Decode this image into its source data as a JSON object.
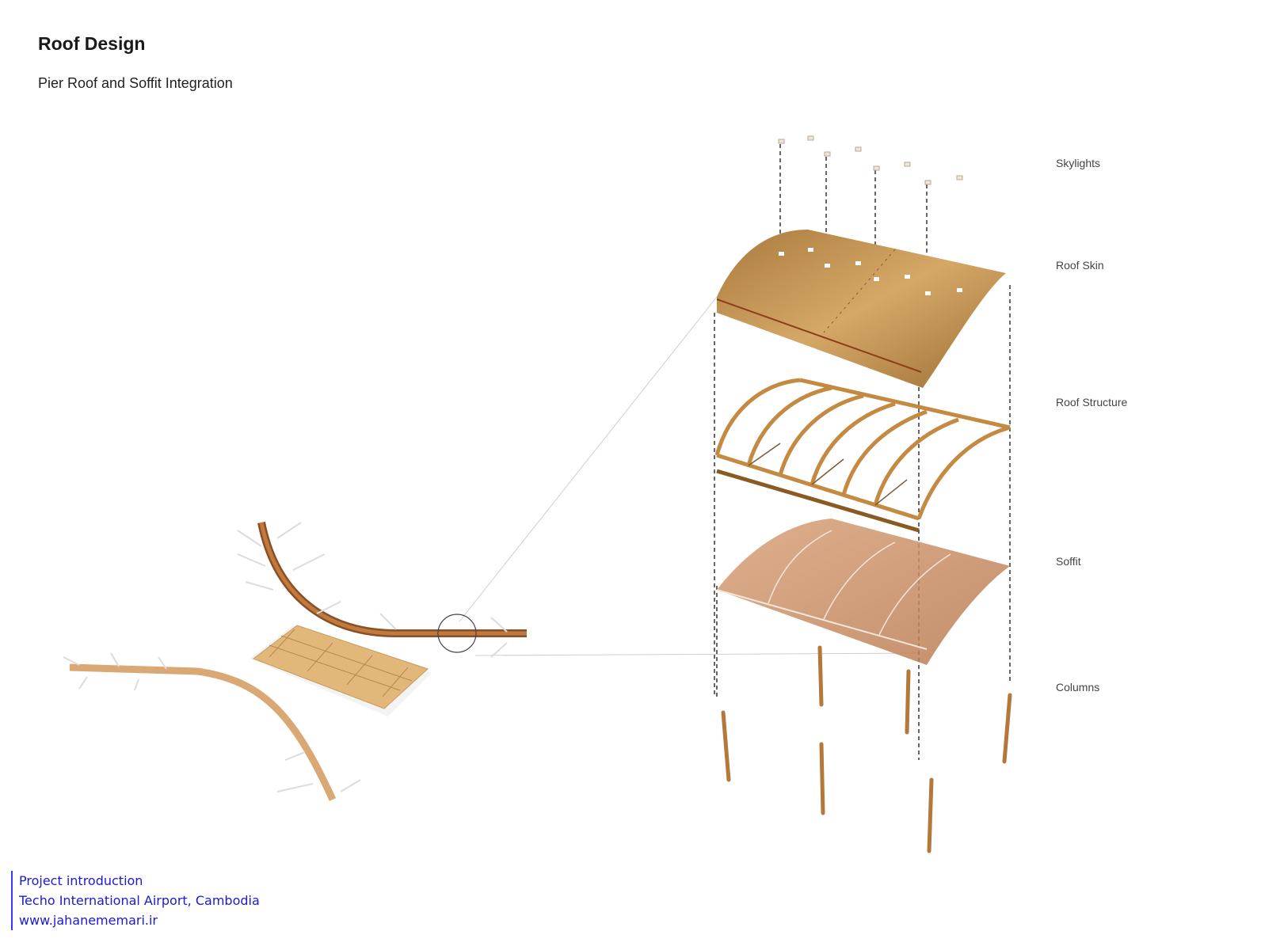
{
  "header": {
    "title": "Roof Design",
    "subtitle": "Pier Roof and Soffit Integration"
  },
  "diagram": {
    "layers": [
      {
        "label": "Skylights"
      },
      {
        "label": "Roof Skin"
      },
      {
        "label": "Roof Structure"
      },
      {
        "label": "Soffit"
      },
      {
        "label": "Columns"
      }
    ],
    "colors": {
      "wood": "#c08a45",
      "wood_dark": "#8a5a22",
      "soffit": "#c98e62",
      "dash": "#333333"
    }
  },
  "credits": {
    "line1": "Project introduction",
    "line2": "Techo International Airport, Cambodia",
    "line3": "www.jahanememari.ir"
  }
}
